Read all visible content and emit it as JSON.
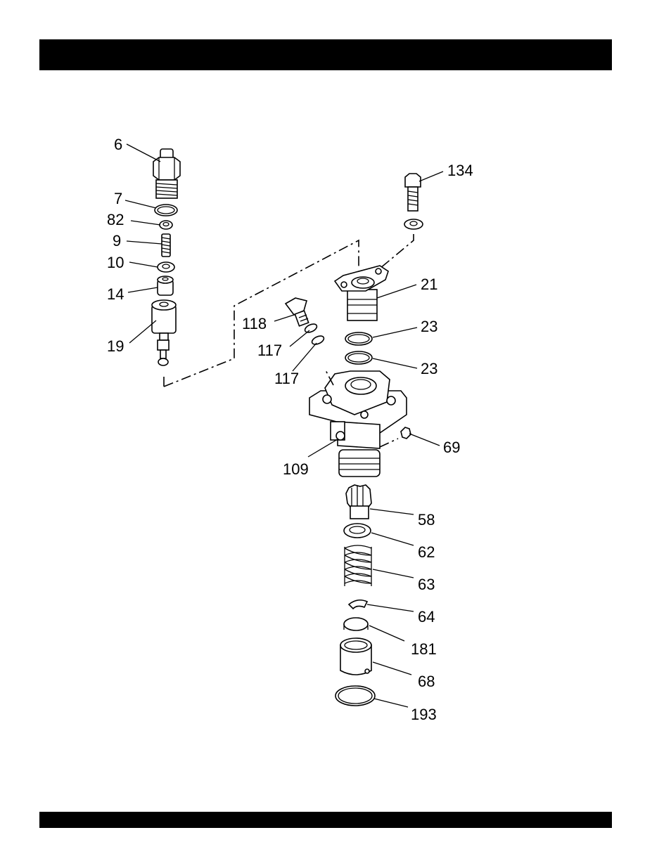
{
  "page": {
    "header_bar_color": "#000000",
    "footer_bar_color": "#000000"
  },
  "callouts": [
    {
      "id": "c6",
      "text": "6"
    },
    {
      "id": "c7",
      "text": "7"
    },
    {
      "id": "c82",
      "text": "82"
    },
    {
      "id": "c9",
      "text": "9"
    },
    {
      "id": "c10",
      "text": "10"
    },
    {
      "id": "c14",
      "text": "14"
    },
    {
      "id": "c19",
      "text": "19"
    },
    {
      "id": "c134",
      "text": "134"
    },
    {
      "id": "c21",
      "text": "21"
    },
    {
      "id": "c118",
      "text": "118"
    },
    {
      "id": "c23a",
      "text": "23"
    },
    {
      "id": "c117a",
      "text": "117"
    },
    {
      "id": "c23b",
      "text": "23"
    },
    {
      "id": "c117b",
      "text": "117"
    },
    {
      "id": "c69",
      "text": "69"
    },
    {
      "id": "c109",
      "text": "109"
    },
    {
      "id": "c58",
      "text": "58"
    },
    {
      "id": "c62",
      "text": "62"
    },
    {
      "id": "c63",
      "text": "63"
    },
    {
      "id": "c64",
      "text": "64"
    },
    {
      "id": "c181",
      "text": "181"
    },
    {
      "id": "c68",
      "text": "68"
    },
    {
      "id": "c193",
      "text": "193"
    }
  ]
}
